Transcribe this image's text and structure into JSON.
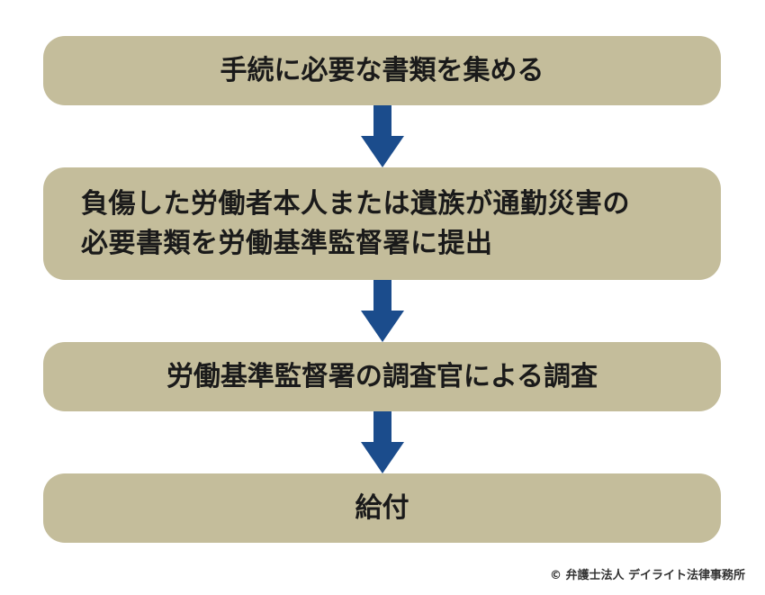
{
  "flow": {
    "steps": [
      {
        "lines": [
          "手続に必要な書類を集める"
        ]
      },
      {
        "lines": [
          "負傷した労働者本人または遺族が通勤災害の",
          "必要書類を労働基準監督署に提出"
        ]
      },
      {
        "lines": [
          "労働基準監督署の調査官による調査"
        ]
      },
      {
        "lines": [
          "給付"
        ]
      }
    ]
  },
  "colors": {
    "box_fill": "#c4bd9b",
    "arrow": "#1b4c8c",
    "text": "#1a1a1a"
  },
  "footer": {
    "copyright": "© 弁護士法人 デイライト法律事務所"
  }
}
